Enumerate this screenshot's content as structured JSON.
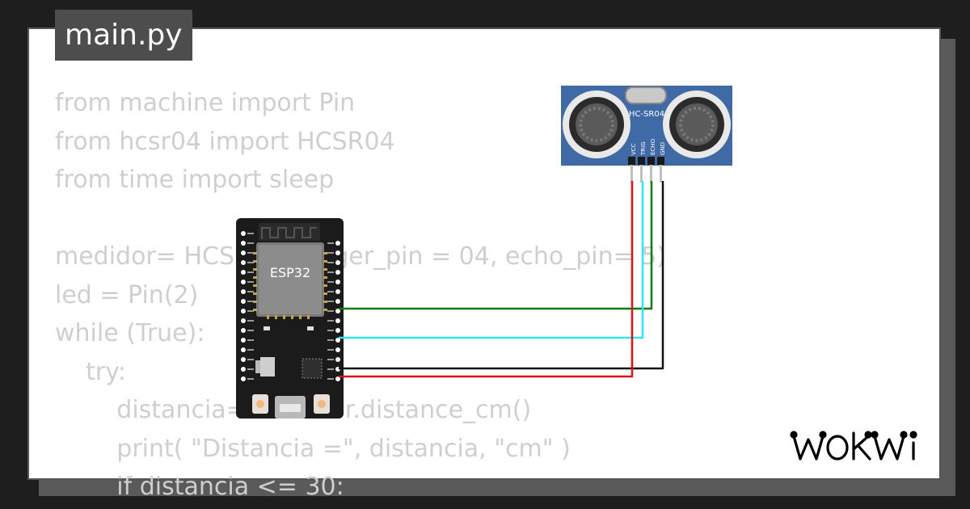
{
  "file_tab": {
    "label": "main.py"
  },
  "code_lines": [
    "from machine import Pin",
    "from hcsr04 import HCSR04",
    "from time import sleep",
    "",
    "medidor= HCSR04(trigger_pin = 04, echo_pin= 5)",
    "led = Pin(2)",
    "while (True):",
    "    try:",
    "        distancia= medidor.distance_cm()",
    "        print( \"Distancia =\", distancia, \"cm\" )",
    "        if distancia <= 30:"
  ],
  "esp32": {
    "chip_label": "ESP32"
  },
  "sensor": {
    "label": "HC-SR04",
    "pins": [
      "VCC",
      "TRIG",
      "ECHO",
      "GND"
    ]
  },
  "wires": [
    {
      "name": "echo-wire",
      "color": "#0a7d0a"
    },
    {
      "name": "trig-wire",
      "color": "#2ee6f0"
    },
    {
      "name": "gnd-wire",
      "color": "#111111"
    },
    {
      "name": "vcc-wire",
      "color": "#e01010"
    }
  ],
  "brand": {
    "logo": "WOKWI"
  },
  "colors": {
    "code_text": "#cfcfcf",
    "tab_bg": "#4d4d4d",
    "board": "#1b1b1b",
    "sensor_pcb": "#3f6aa5"
  }
}
